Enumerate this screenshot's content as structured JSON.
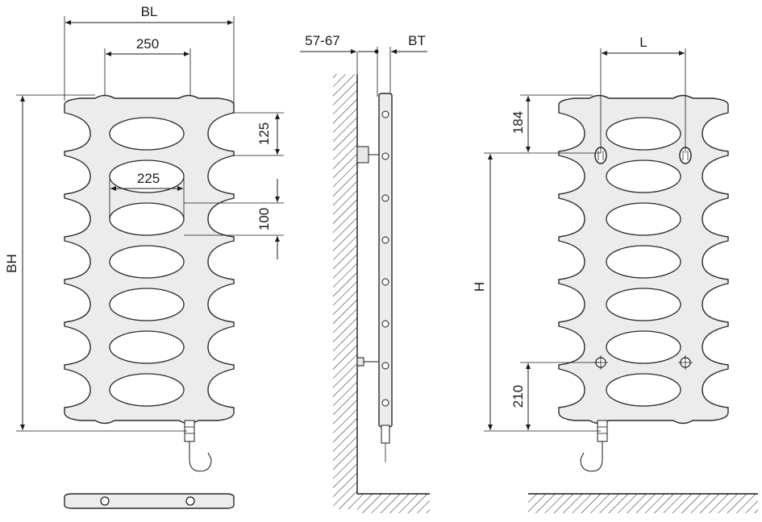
{
  "front_view": {
    "width_label": "BL",
    "spacing_label": "250",
    "height_label": "BH",
    "row_pitch_label": "125",
    "oval_width_label": "225",
    "oval_height_label": "100"
  },
  "side_view": {
    "wall_distance_label": "57-67",
    "depth_label": "BT"
  },
  "back_view": {
    "bracket_spacing_label": "L",
    "top_offset_label": "184",
    "bracket_height_label": "H",
    "bottom_offset_label": "210"
  },
  "colors": {
    "line": "#1a1a1a",
    "body_fill": "#ececec"
  }
}
